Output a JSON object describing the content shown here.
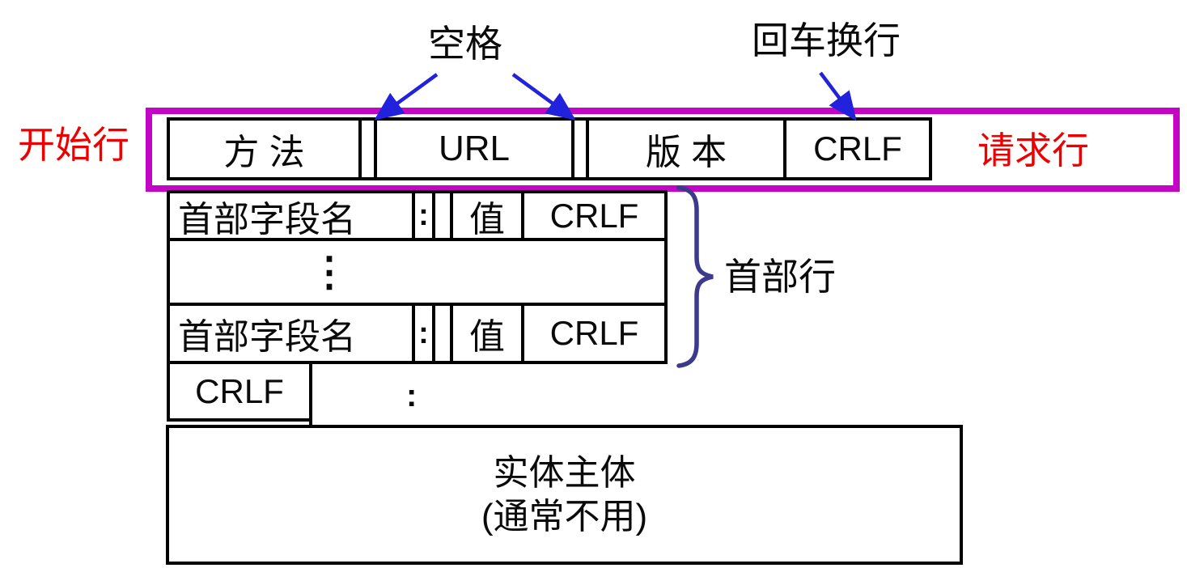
{
  "diagram": {
    "title_labels": {
      "space": "空格",
      "crlf": "回车换行"
    },
    "side_labels": {
      "start_line": "开始行",
      "request_line": "请求行",
      "header_lines": "首部行"
    },
    "request_row": {
      "method": "方 法",
      "url": "URL",
      "version": "版 本",
      "crlf": "CRLF"
    },
    "header_row": {
      "field_name": "首部字段名",
      "colon": ":",
      "value": "值",
      "crlf": "CRLF"
    },
    "ellipsis": "⋮",
    "blank_line_row": {
      "crlf": "CRLF",
      "colon": ":"
    },
    "entity_body": {
      "line1": "实体主体",
      "line2": "(通常不用)"
    },
    "colors": {
      "highlight": "#c505c5",
      "label_red": "#ee0000",
      "arrow_blue": "#2222dd",
      "brace_indigo": "#3d3a8c"
    }
  }
}
